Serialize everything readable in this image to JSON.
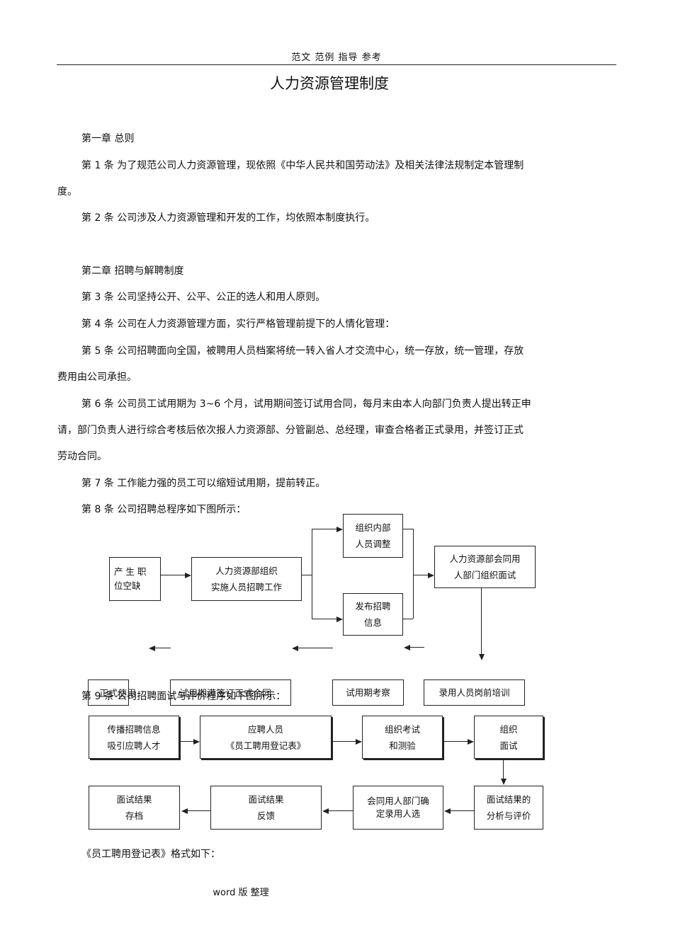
{
  "header": "范文  范例  指导    参考",
  "title": "人力资源管理制度",
  "chapter1": "第一章      总则",
  "art1_line1": "第 1 条     为了规范公司人力资源管理，现依照《中华人民共和国劳动法》及相关法律法规制定本管理制",
  "art1_line2": "度。",
  "art2": "第 2 条     公司涉及人力资源管理和开发的工作，均依照本制度执行。",
  "chapter2": "第二章    招聘与解聘制度",
  "art3": "第 3 条     公司坚持公开、公平、公正的选人和用人原则。",
  "art4": "第 4 条     公司在人力资源管理方面，实行严格管理前提下的人情化管理：",
  "art5_line1": "第 5 条     公司招聘面向全国，被聘用人员档案将统一转入省人才交流中心，统一存放，统一管理，存放",
  "art5_line2": "费用由公司承担。",
  "art6_line1": "第 6 条     公司员工试用期为     3~6 个月，试用期间签订试用合同，每月末由本人向部门负责人提出转正申",
  "art6_line2": "请，部门负责人进行综合考核后依次报人力资源部、分管副总、总经理，审查合格者正式录用，并签订正式",
  "art6_line3": "劳动合同。",
  "art7": "第 7 条     工作能力强的员工可以缩短试用期，提前转正。",
  "art8": "第 8 条     公司招聘总程序如下图所示：",
  "flow1": {
    "vacancy": "产 生 职 位空缺",
    "hr_org_l1": "人力资源部组织",
    "hr_org_l2": "实施人员招聘工作",
    "internal_l1": "组织内部",
    "internal_l2": "人员调整",
    "publish_l1": "发布招聘",
    "publish_l2": "信息",
    "interview_l1": "人力资源部会同用",
    "interview_l2": "人部门组织面试",
    "formal_use": "正式使用",
    "probation_contract": "试用期满签订正式合同",
    "probation_review": "试用期考察",
    "pre_training": "录用人员岗前培训"
  },
  "art9": "第 9 条     公司招聘面试与评价程序如下图所示：",
  "flow2": {
    "spread_l1": "传播招聘信息",
    "spread_l2": "吸引应聘人才",
    "applicant_l1": "应聘人员",
    "applicant_l2": "《员工聘用登记表》",
    "exam_l1": "组织考试",
    "exam_l2": "和测验",
    "interview_l1": "组织",
    "interview_l2": "面试",
    "analysis_l1": "面试结果的",
    "analysis_l2": "分析与评价",
    "confirm_l1": "会同用人部门确",
    "confirm_l2": "定录用人选",
    "feedback_l1": "面试结果",
    "feedback_l2": "反馈",
    "archive_l1": "面试结果",
    "archive_l2": "存档"
  },
  "form_note": "《员工聘用登记表》格式如下：",
  "footer": "word 版  整理"
}
